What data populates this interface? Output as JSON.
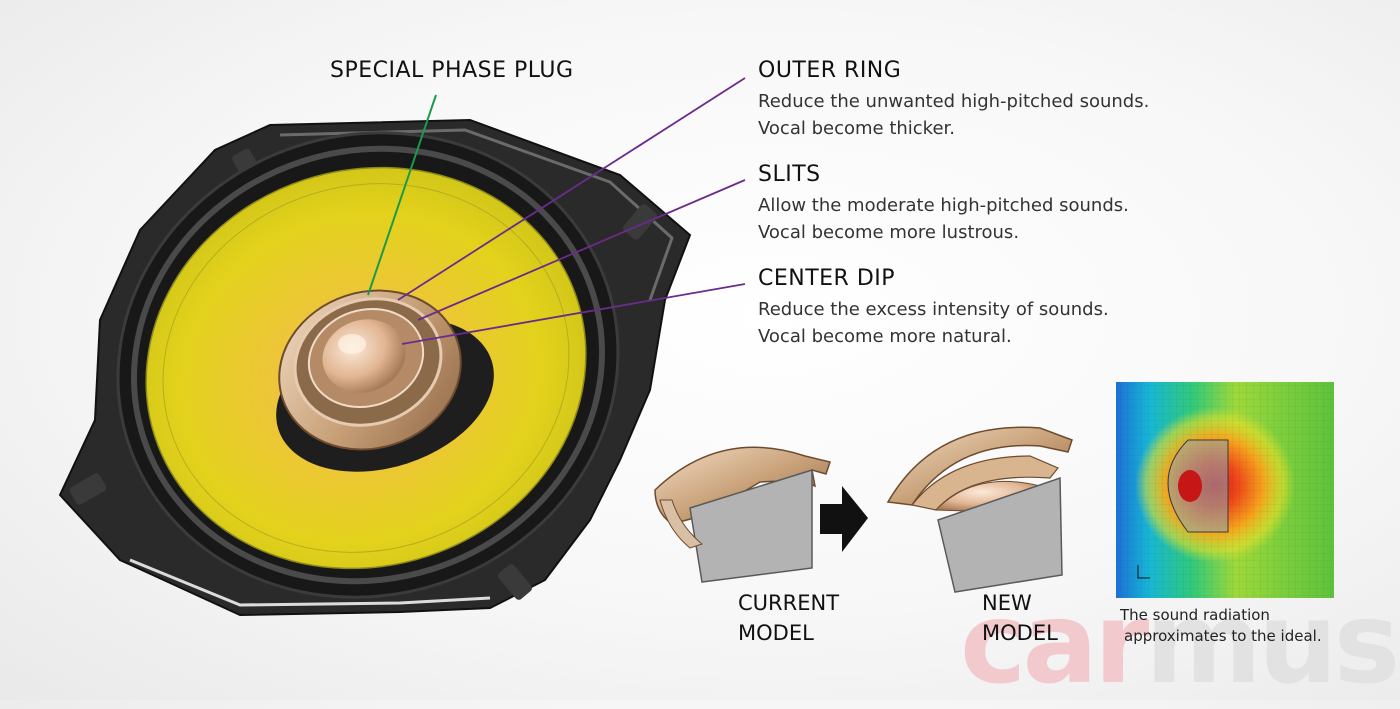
{
  "labels": {
    "phase_plug": "SPECIAL PHASE PLUG",
    "outer_ring": {
      "title": "OUTER RING",
      "line1": "Reduce the unwanted high-pitched sounds.",
      "line2": "Vocal become thicker."
    },
    "slits": {
      "title": "SLITS",
      "line1": "Allow the moderate high-pitched sounds.",
      "line2": "Vocal become more lustrous."
    },
    "center_dip": {
      "title": "CENTER DIP",
      "line1": "Reduce the excess intensity of sounds.",
      "line2": "Vocal become more natural."
    }
  },
  "comparison": {
    "current_line1": "CURRENT",
    "current_line2": "MODEL",
    "new_line1": "NEW",
    "new_line2": "MODEL"
  },
  "simulation": {
    "caption_line1": "The sound radiation",
    "caption_line2": "approximates to the ideal."
  },
  "watermark": {
    "part1": "car",
    "part2": "mus"
  },
  "colors": {
    "cone_yellow": "#e3d21c",
    "leader_purple": "#6a2c8c",
    "leader_green": "#1a9a4a",
    "copper": "#c9a27a",
    "watermark_red": "#f2c9cc",
    "watermark_gray": "#e2e2e2"
  }
}
